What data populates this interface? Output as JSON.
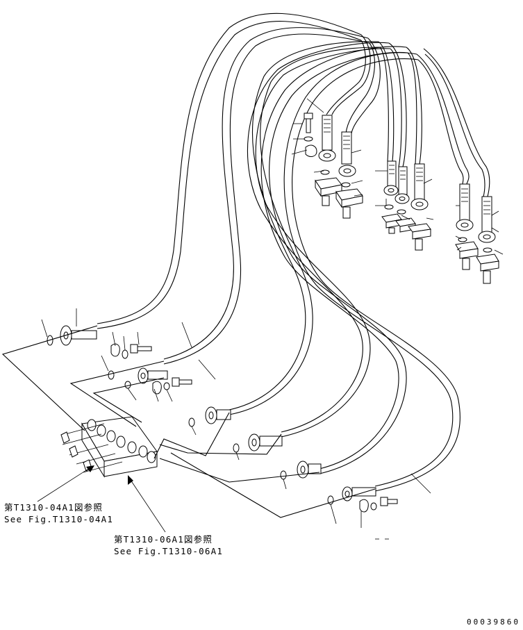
{
  "diagram": {
    "references": [
      {
        "id": "ref-04a1",
        "jp": "第T1310-04A1図参照",
        "en": "See Fig.T1310-04A1"
      },
      {
        "id": "ref-06a1",
        "jp": "第T1310-06A1図参照",
        "en": "See Fig.T1310-06A1"
      }
    ],
    "drawing_number": "00039860"
  }
}
